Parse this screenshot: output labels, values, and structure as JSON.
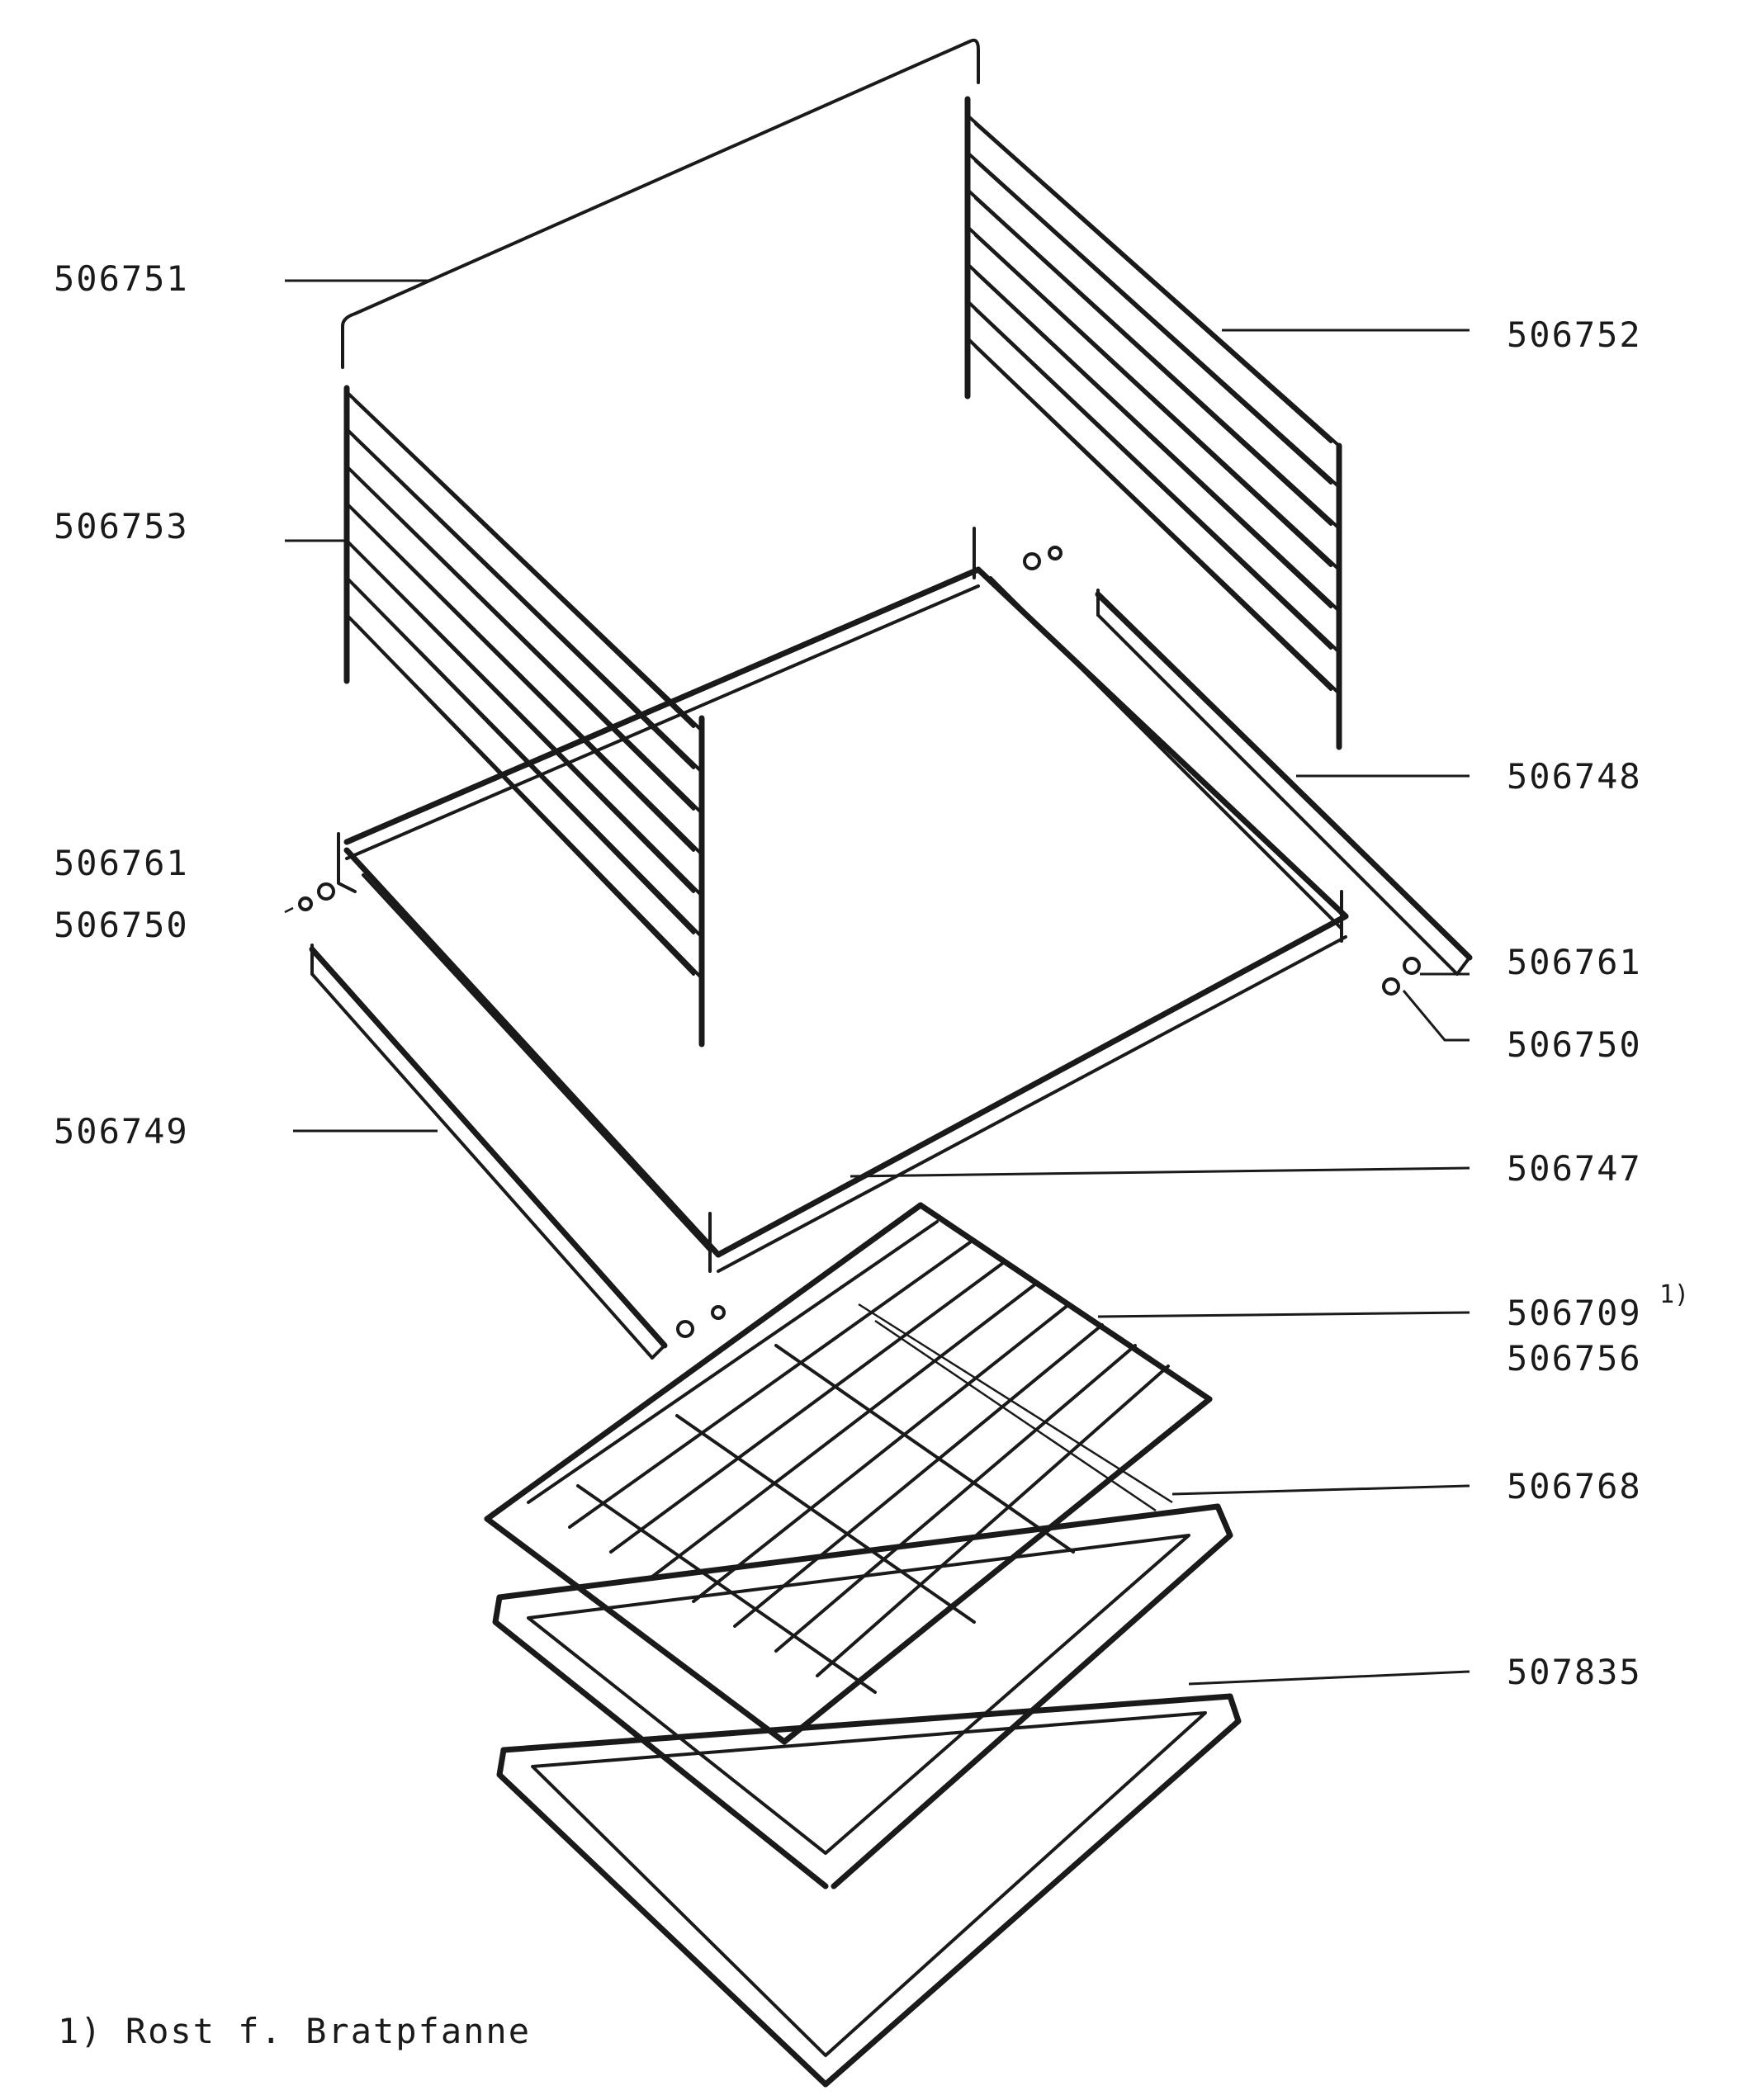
{
  "labels": {
    "p506751": "506751",
    "p506752": "506752",
    "p506753": "506753",
    "p506748": "506748",
    "p506761_left": "506761",
    "p506750_left": "506750",
    "p506761_right": "506761",
    "p506750_right": "506750",
    "p506749": "506749",
    "p506747": "506747",
    "p506709": "506709",
    "p506709_note": "1)",
    "p506756": "506756",
    "p506768": "506768",
    "p507835": "507835"
  },
  "footnote": "1) Rost f. Bratpfanne"
}
